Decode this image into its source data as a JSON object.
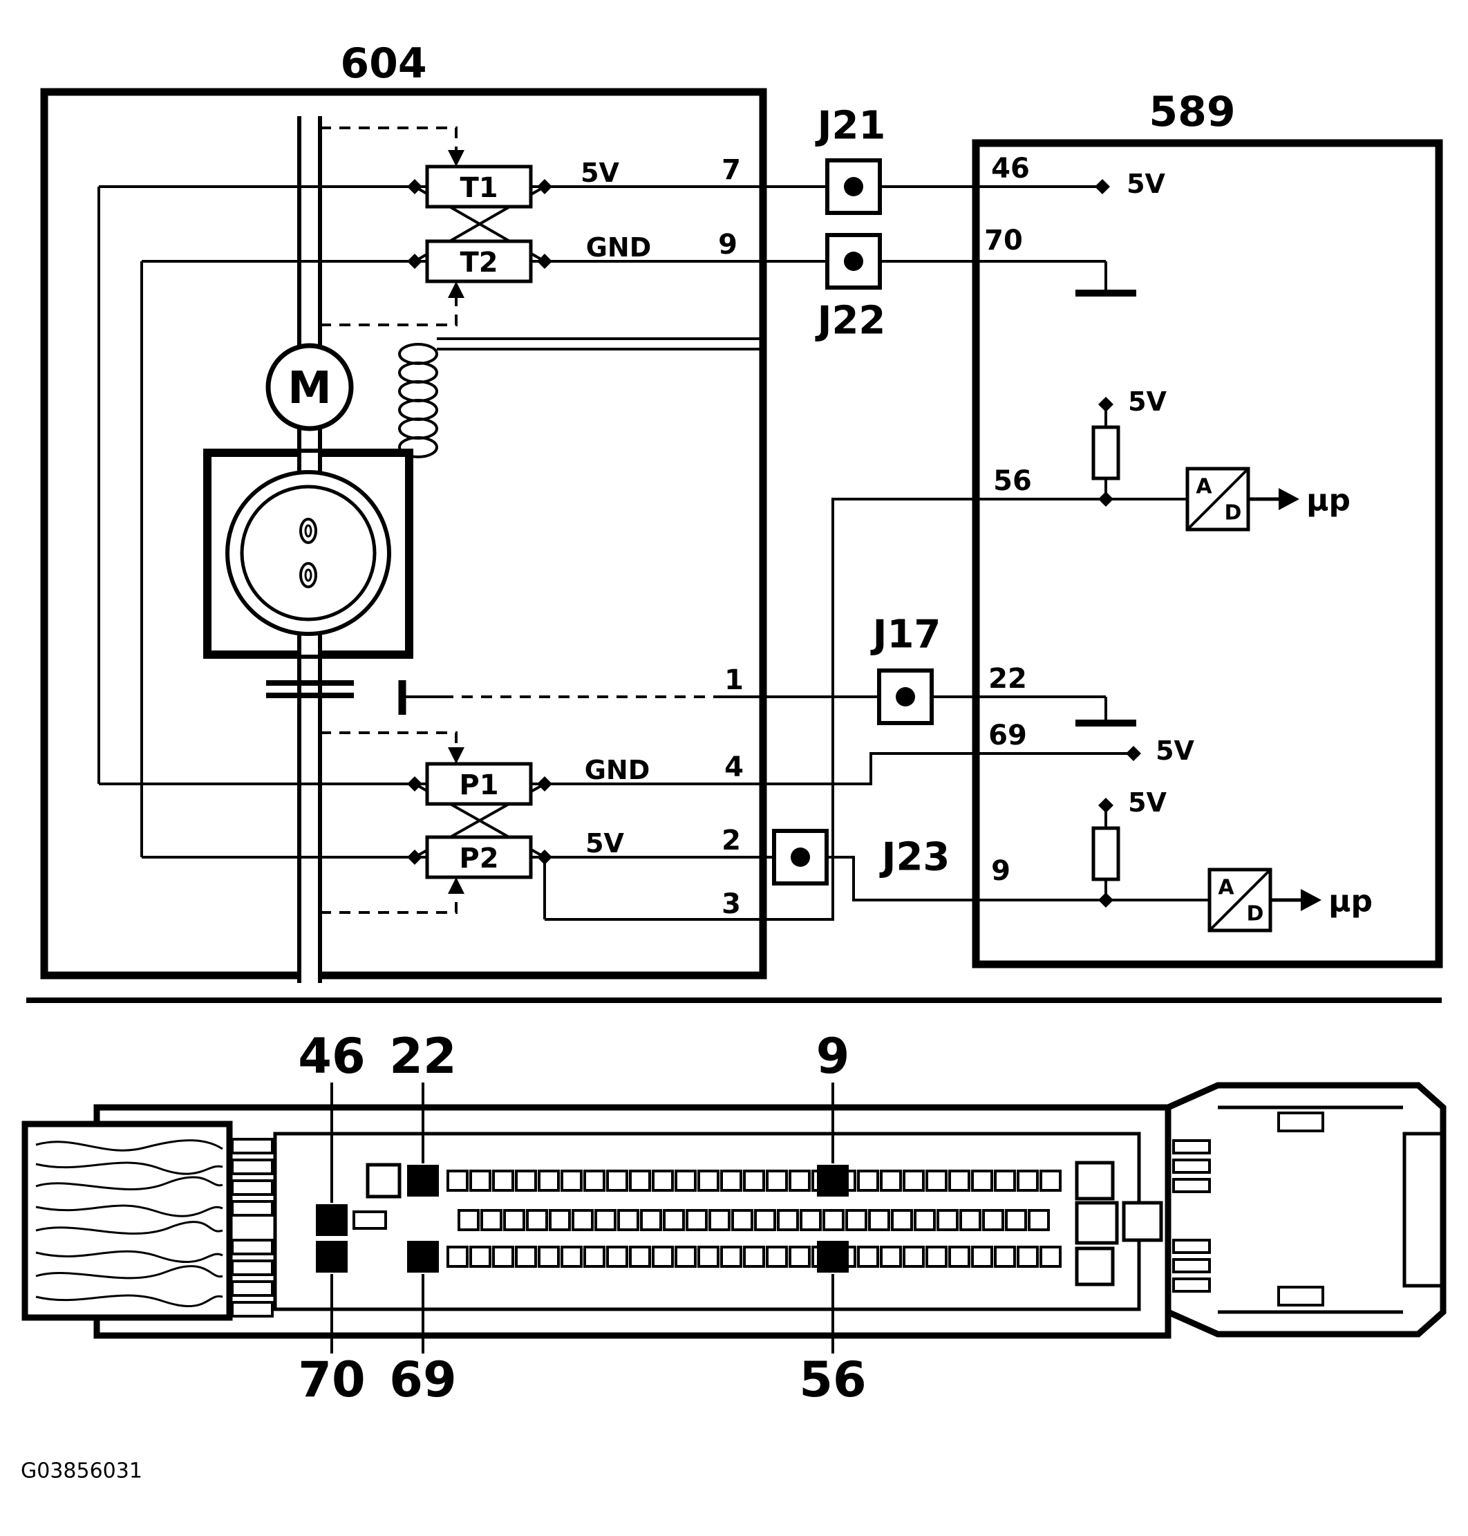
{
  "figure_id": "G03856031",
  "colors": {
    "ink": "#000000",
    "paper": "#ffffff"
  },
  "modules": {
    "throttle_body": {
      "id": "604"
    },
    "control_module": {
      "id": "589"
    }
  },
  "components": {
    "motor": "M",
    "t1": "T1",
    "t2": "T2",
    "p1": "P1",
    "p2": "P2"
  },
  "junctions": {
    "j21": "J21",
    "j22": "J22",
    "j17": "J17",
    "j23": "J23"
  },
  "rails": {
    "five_v": "5V",
    "ground": "GND"
  },
  "signals": {
    "adc_a": "A",
    "adc_d": "D",
    "micro": "μp"
  },
  "throttle_pins": {
    "pin7": "7",
    "pin9": "9",
    "pin1": "1",
    "pin4": "4",
    "pin2": "2",
    "pin3": "3"
  },
  "module_pins": {
    "pin46": "46",
    "pin70": "70",
    "pin56": "56",
    "pin22": "22",
    "pin69": "69",
    "pin9": "9"
  },
  "pinout": {
    "top_row": [
      "46",
      "22",
      "9"
    ],
    "bottom_row": [
      "70",
      "69",
      "56"
    ]
  }
}
